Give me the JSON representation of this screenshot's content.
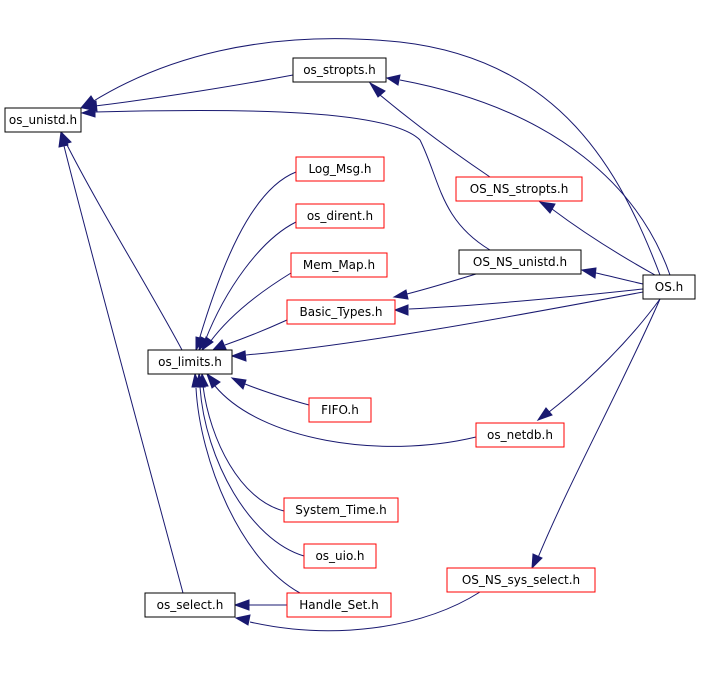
{
  "colors": {
    "edge": "#191970",
    "current_fill": "#c0c0c0",
    "current_border": "#000000",
    "documented_border": "#000000",
    "undocumented_border": "#ff0000"
  },
  "nodes": [
    {
      "id": "os_unistd",
      "label": "os_unistd.h",
      "border": "black",
      "fill": "gray"
    },
    {
      "id": "os_stropts",
      "label": "os_stropts.h",
      "border": "black"
    },
    {
      "id": "OS_NS_stropts",
      "label": "OS_NS_stropts.h",
      "border": "red"
    },
    {
      "id": "Log_Msg",
      "label": "Log_Msg.h",
      "border": "red"
    },
    {
      "id": "os_dirent",
      "label": "os_dirent.h",
      "border": "red"
    },
    {
      "id": "Mem_Map",
      "label": "Mem_Map.h",
      "border": "red"
    },
    {
      "id": "OS_NS_unistd",
      "label": "OS_NS_unistd.h",
      "border": "black"
    },
    {
      "id": "OS",
      "label": "OS.h",
      "border": "black"
    },
    {
      "id": "Basic_Types",
      "label": "Basic_Types.h",
      "border": "red"
    },
    {
      "id": "os_limits",
      "label": "os_limits.h",
      "border": "black"
    },
    {
      "id": "FIFO",
      "label": "FIFO.h",
      "border": "red"
    },
    {
      "id": "os_netdb",
      "label": "os_netdb.h",
      "border": "red"
    },
    {
      "id": "System_Time",
      "label": "System_Time.h",
      "border": "red"
    },
    {
      "id": "os_uio",
      "label": "os_uio.h",
      "border": "red"
    },
    {
      "id": "OS_NS_sys_select",
      "label": "OS_NS_sys_select.h",
      "border": "red"
    },
    {
      "id": "os_select",
      "label": "os_select.h",
      "border": "black"
    },
    {
      "id": "Handle_Set",
      "label": "Handle_Set.h",
      "border": "red"
    }
  ],
  "edges": [
    {
      "from": "os_stropts",
      "to": "os_unistd"
    },
    {
      "from": "OS",
      "to": "os_unistd"
    },
    {
      "from": "OS_NS_unistd",
      "to": "os_unistd"
    },
    {
      "from": "os_limits",
      "to": "os_unistd"
    },
    {
      "from": "os_select",
      "to": "os_unistd"
    },
    {
      "from": "OS_NS_stropts",
      "to": "os_stropts"
    },
    {
      "from": "OS",
      "to": "os_stropts"
    },
    {
      "from": "OS",
      "to": "OS_NS_stropts"
    },
    {
      "from": "OS",
      "to": "OS_NS_unistd"
    },
    {
      "from": "OS",
      "to": "Basic_Types"
    },
    {
      "from": "OS_NS_unistd",
      "to": "Basic_Types"
    },
    {
      "from": "OS",
      "to": "os_limits"
    },
    {
      "from": "OS",
      "to": "os_netdb"
    },
    {
      "from": "OS",
      "to": "OS_NS_sys_select"
    },
    {
      "from": "Log_Msg",
      "to": "os_limits"
    },
    {
      "from": "os_dirent",
      "to": "os_limits"
    },
    {
      "from": "Mem_Map",
      "to": "os_limits"
    },
    {
      "from": "Basic_Types",
      "to": "os_limits"
    },
    {
      "from": "FIFO",
      "to": "os_limits"
    },
    {
      "from": "os_netdb",
      "to": "os_limits"
    },
    {
      "from": "System_Time",
      "to": "os_limits"
    },
    {
      "from": "os_uio",
      "to": "os_limits"
    },
    {
      "from": "Handle_Set",
      "to": "os_limits"
    },
    {
      "from": "Handle_Set",
      "to": "os_select"
    },
    {
      "from": "OS_NS_sys_select",
      "to": "os_select"
    }
  ]
}
